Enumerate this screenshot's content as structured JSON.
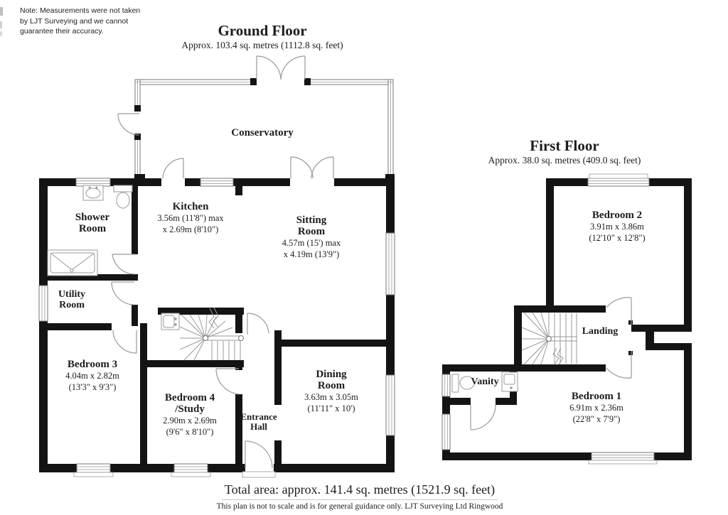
{
  "note": {
    "line1": "Note: Measurements were not taken",
    "line2": "by LJT Surveying and we cannot",
    "line3": "guarantee their accuracy."
  },
  "ground_floor": {
    "title": "Ground Floor",
    "subtitle": "Approx. 103.4 sq. metres (1112.8 sq. feet)",
    "rooms": {
      "conservatory": {
        "name": "Conservatory"
      },
      "shower_room": {
        "name1": "Shower",
        "name2": "Room"
      },
      "kitchen": {
        "name": "Kitchen",
        "dim1": "3.56m (11'8\") max",
        "dim2": "x 2.69m (8'10\")"
      },
      "sitting_room": {
        "name1": "Sitting",
        "name2": "Room",
        "dim1": "4.57m (15') max",
        "dim2": "x 4.19m (13'9\")"
      },
      "utility_room": {
        "name1": "Utility",
        "name2": "Room"
      },
      "bedroom3": {
        "name": "Bedroom 3",
        "dim1": "4.04m x 2.82m",
        "dim2": "(13'3\" x 9'3\")"
      },
      "bedroom4": {
        "name1": "Bedroom 4",
        "name2": "/Study",
        "dim1": "2.90m x 2.69m",
        "dim2": "(9'6\" x 8'10\")"
      },
      "entrance_hall": {
        "name1": "Entrance",
        "name2": "Hall"
      },
      "dining_room": {
        "name1": "Dining",
        "name2": "Room",
        "dim1": "3.63m x 3.05m",
        "dim2": "(11'11\" x 10')"
      }
    }
  },
  "first_floor": {
    "title": "First Floor",
    "subtitle": "Approx. 38.0 sq. metres (409.0 sq. feet)",
    "rooms": {
      "bedroom2": {
        "name": "Bedroom 2",
        "dim1": "3.91m x 3.86m",
        "dim2": "(12'10\" x 12'8\")"
      },
      "landing": {
        "name": "Landing"
      },
      "vanity": {
        "name": "Vanity"
      },
      "bedroom1": {
        "name": "Bedroom 1",
        "dim1": "6.91m x 2.36m",
        "dim2": "(22'8\" x 7'9\")"
      }
    }
  },
  "footer": {
    "total_area": "Total area: approx. 141.4 sq. metres (1521.9 sq. feet)",
    "disclaimer": "This plan is not to scale and is for general guidance only. LJT Surveying Ltd Ringwood"
  },
  "colors": {
    "wall": "#141414",
    "door_arc": "#999999",
    "window_line": "#777777",
    "text": "#1c1c1c"
  }
}
